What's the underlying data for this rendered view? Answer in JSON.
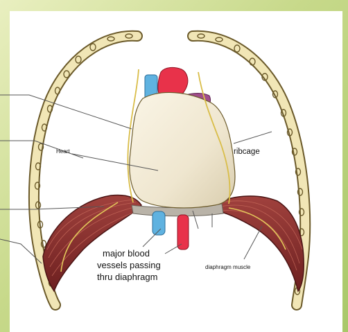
{
  "labels": {
    "heart": "Heart",
    "ribcage": "ribcage",
    "vessels_line1": "major blood",
    "vessels_line2": "vessels passing",
    "vessels_line3": "thru diaphragm",
    "diaphragm": "diaphragm muscle"
  },
  "colors": {
    "frame": "#c7d98a",
    "rib": "#f1e6b6",
    "muscle": "#8b2e2e",
    "heart": "#efe6cf",
    "artery_red": "#e8324a",
    "vein_blue": "#5fb2e0",
    "pulmonary_purple": "#a14c8c",
    "nerve": "#e2c75a"
  }
}
